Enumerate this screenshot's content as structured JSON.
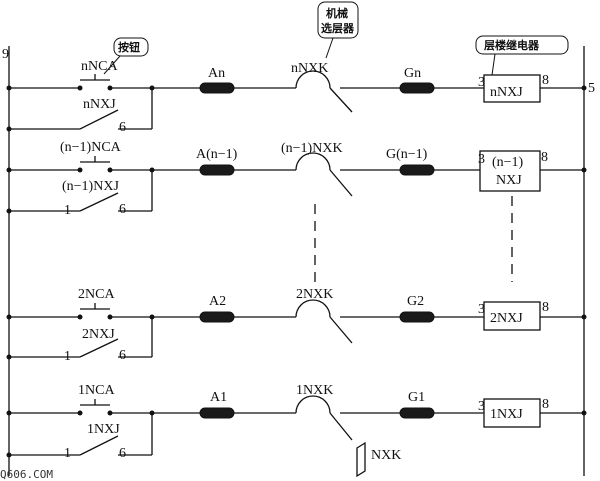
{
  "rails": {
    "left_number": "9",
    "right_number": "5"
  },
  "callouts": {
    "button": "按钮",
    "mech_selector_line1": "机械",
    "mech_selector_line2": "选层器",
    "floor_relay": "层楼继电器"
  },
  "rows": [
    {
      "id": "n",
      "button_label": "nNCA",
      "contact_label": "nNXJ",
      "contact_left_num": "",
      "contact_right_num": "6",
      "coil_a_label": "An",
      "selector_label": "nNXK",
      "coil_g_label": "Gn",
      "relay_label_line1": "nNXJ",
      "relay_label_line2": "",
      "relay_pin_left": "3",
      "relay_pin_right": "8"
    },
    {
      "id": "n-1",
      "button_label": "(n−1)NCA",
      "contact_label": "(n−1)NXJ",
      "contact_left_num": "1",
      "contact_right_num": "6",
      "coil_a_label": "A(n−1)",
      "selector_label": "(n−1)NXK",
      "coil_g_label": "G(n−1)",
      "relay_label_line1": "(n−1)",
      "relay_label_line2": "NXJ",
      "relay_pin_left": "3",
      "relay_pin_right": "8"
    },
    {
      "id": "2",
      "button_label": "2NCA",
      "contact_label": "2NXJ",
      "contact_left_num": "1",
      "contact_right_num": "6",
      "coil_a_label": "A2",
      "selector_label": "2NXK",
      "coil_g_label": "G2",
      "relay_label_line1": "2NXJ",
      "relay_label_line2": "",
      "relay_pin_left": "3",
      "relay_pin_right": "8"
    },
    {
      "id": "1",
      "button_label": "1NCA",
      "contact_label": "1NXJ",
      "contact_left_num": "1",
      "contact_right_num": "6",
      "coil_a_label": "A1",
      "selector_label": "1NXK",
      "coil_g_label": "G1",
      "relay_label_line1": "1NXJ",
      "relay_label_line2": "",
      "relay_pin_left": "3",
      "relay_pin_right": "8"
    }
  ],
  "selector_brush_label": "NXK",
  "watermark": "Q606.COM"
}
